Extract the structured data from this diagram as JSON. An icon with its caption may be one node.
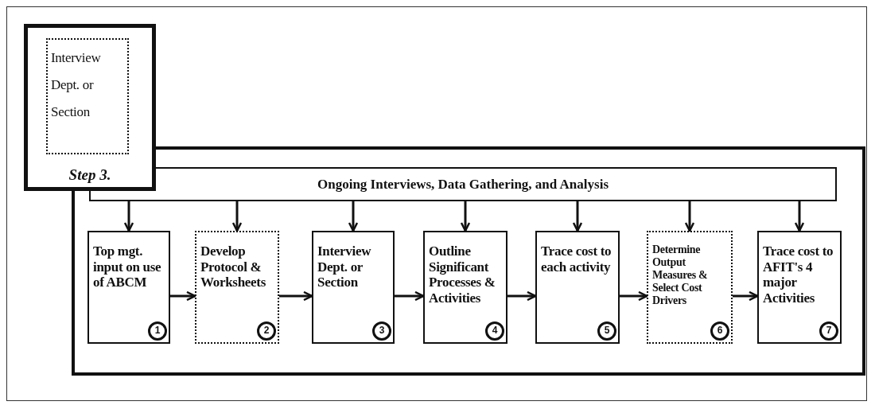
{
  "diagram": {
    "nodes": [
      {
        "text": [
          "Step 3."
        ]
      },
      {
        "text": [
          "Interview Dept. or Section"
        ],
        "in": 0
      },
      {
        "text": [],
        "shape": "box"
      },
      {
        "text": [
          "Ongoing Interviews, Data Gathering, and Analysis"
        ],
        "in": 2
      },
      {
        "text": [
          "Top mgt. input on use of ABCM"
        ],
        "in": 2
      },
      {
        "text": [
          "1"
        ],
        "in": 4
      },
      {
        "text": [
          "Develop Protocol & Worksheets"
        ],
        "in": 2
      },
      {
        "text": [
          "2"
        ],
        "in": 6
      },
      {
        "text": [
          "Interview Dept. or Section"
        ],
        "in": 2
      },
      {
        "text": [
          "3"
        ],
        "in": 8
      },
      {
        "text": [
          "Outline Significant Processes & Activities"
        ],
        "in": 2
      },
      {
        "text": [
          "4"
        ],
        "in": 10
      },
      {
        "text": [
          "Trace cost to each activity"
        ],
        "in": 2
      },
      {
        "text": [
          "5"
        ],
        "in": 12
      },
      {
        "text": [
          "Determine Output Measures & Select Cost Drivers"
        ],
        "in": 2
      },
      {
        "text": [
          "6"
        ],
        "in": 14
      },
      {
        "text": [
          "Trace cost to AFIT's 4 major Activities"
        ],
        "in": 2
      },
      {
        "text": [
          "7"
        ],
        "in": 16
      }
    ],
    "edges": [
      {
        "from": 3,
        "to": 4,
        "arrow": "to"
      },
      {
        "from": 3,
        "to": 6,
        "arrow": "to"
      },
      {
        "from": 3,
        "to": 8,
        "arrow": "to"
      },
      {
        "from": 3,
        "to": 10,
        "arrow": "to"
      },
      {
        "from": 3,
        "to": 12,
        "arrow": "to"
      },
      {
        "from": 3,
        "to": 14,
        "arrow": "to"
      },
      {
        "from": 3,
        "to": 16,
        "arrow": "to"
      },
      {
        "from": 4,
        "to": 6,
        "arrow": "to"
      },
      {
        "from": 6,
        "to": 8,
        "arrow": "to"
      },
      {
        "from": 8,
        "to": 10,
        "arrow": "to"
      },
      {
        "from": 10,
        "to": 12,
        "arrow": "to"
      },
      {
        "from": 12,
        "to": 14,
        "arrow": "to"
      },
      {
        "from": 14,
        "to": 16,
        "arrow": "to"
      }
    ]
  }
}
